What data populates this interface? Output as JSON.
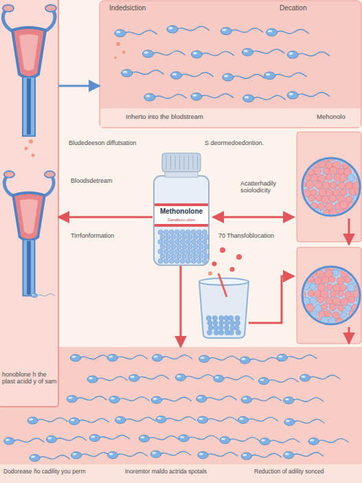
{
  "diagram": {
    "nodes": [
      {
        "text": [
          "honoblone h the plast acidd y of sam"
        ]
      },
      {
        "text": [
          "Indedsiction",
          "Decation",
          "Inherto into the blodstream",
          "Mehonolo"
        ]
      },
      {
        "text": [
          "Methonolone",
          "Gazidhcon olism"
        ]
      },
      {
        "text": [
          "Dodorease ño cadility you perm",
          "Inoremtor maldo actrida spotals",
          "Reduction of adility sonced"
        ]
      }
    ],
    "edges": [
      {
        "from": 0,
        "to": 1,
        "arrow": "to"
      },
      {
        "from": 2,
        "to": 0,
        "arrow": "to"
      },
      {
        "from": 2,
        "to": 3,
        "arrow": "to"
      }
    ],
    "labels": [
      "Bludedeeson diffutsation",
      "S deormedoedontion.",
      "Bloodsdetream",
      "Acatterhadily soiolodicity",
      "Tirrfonformation",
      "70 Thansfoblocation"
    ]
  }
}
